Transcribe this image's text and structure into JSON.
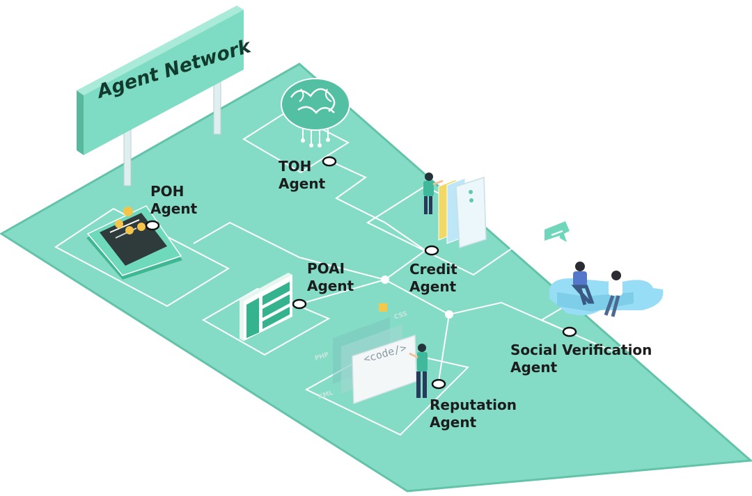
{
  "title": "Agent Network",
  "colors": {
    "platform": "#85dcc6",
    "platform_edge": "#62c3a9",
    "lines": "#ffffff",
    "node_fill": "#ffffff",
    "node_stroke": "#111111",
    "sign": "#7ddcc3",
    "text": "#1c1c1c"
  },
  "agents": [
    {
      "id": "toh",
      "line1": "TOH",
      "line2": "Agent",
      "icon": "brain-circuit-icon"
    },
    {
      "id": "poh",
      "line1": "POH",
      "line2": "Agent",
      "icon": "phone-coins-icon"
    },
    {
      "id": "poai",
      "line1": "POAI",
      "line2": "Agent",
      "icon": "dashboard-panel-icon"
    },
    {
      "id": "credit",
      "line1": "Credit",
      "line2": "Agent",
      "icon": "cards-person-icon"
    },
    {
      "id": "reputation",
      "line1": "Reputation",
      "line2": "Agent",
      "icon": "code-window-icon"
    },
    {
      "id": "social",
      "line1": "Social Verification",
      "line2": "Agent",
      "icon": "people-chat-icon"
    }
  ],
  "code_window_text": "<code/>",
  "tech_tags": [
    "CSS",
    "PHP",
    "XML"
  ]
}
